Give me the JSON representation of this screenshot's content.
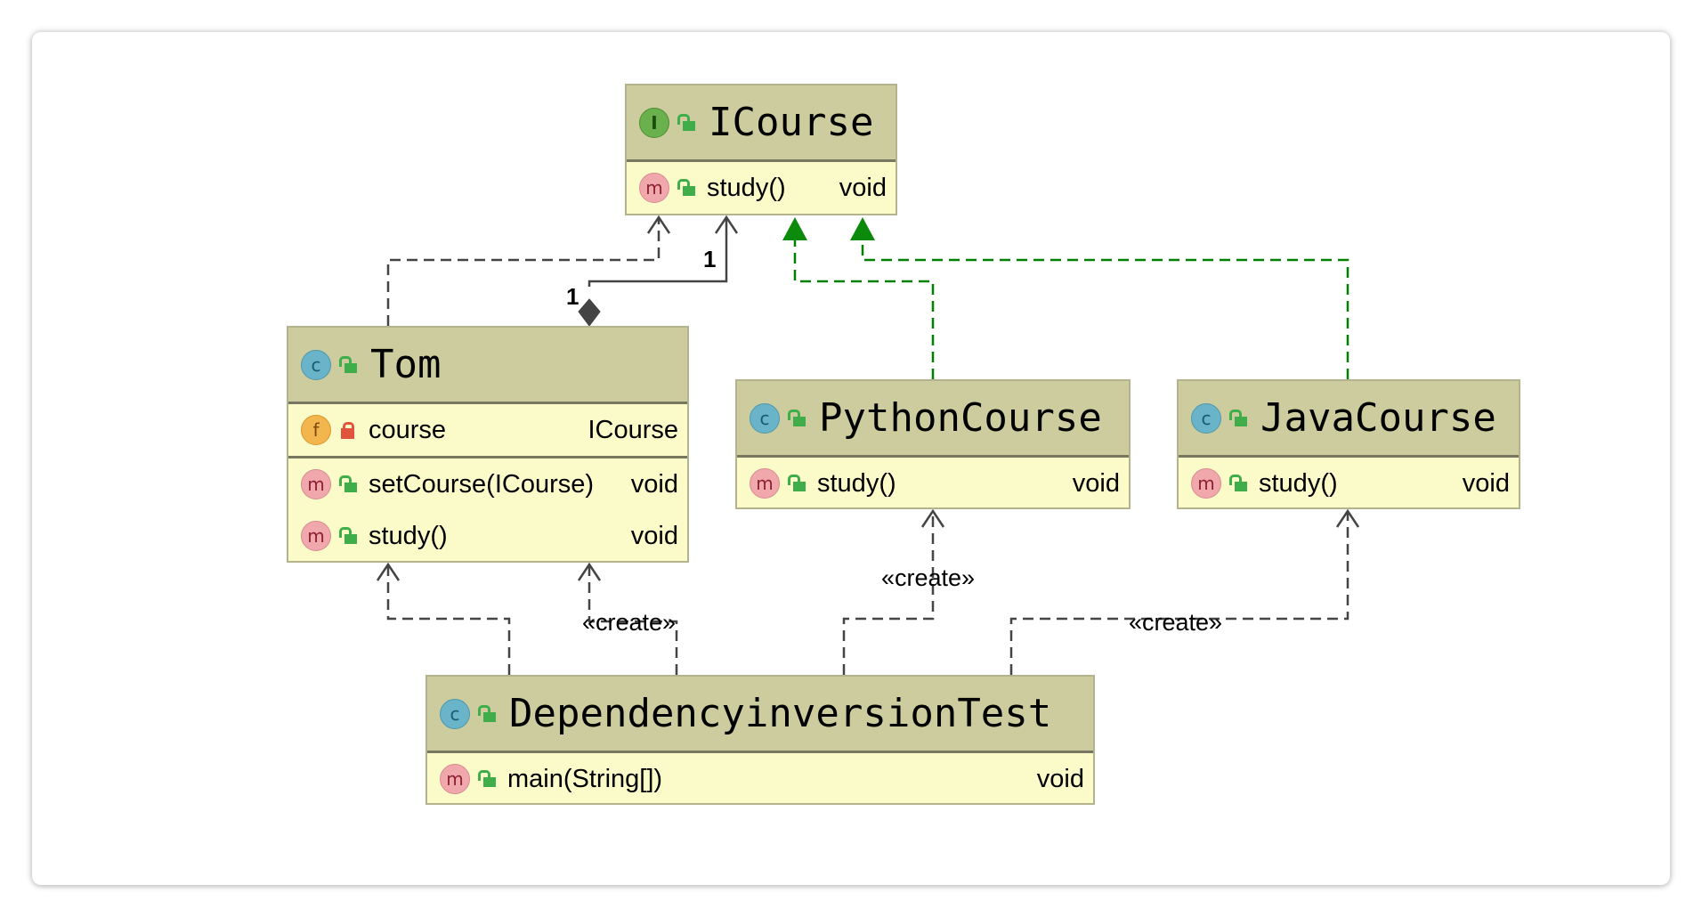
{
  "diagram": {
    "classes": {
      "icourse": {
        "kind": "I",
        "name": "ICourse",
        "methods": [
          {
            "kind": "m",
            "label": "study()",
            "type": "void"
          }
        ]
      },
      "tom": {
        "kind": "c",
        "name": "Tom",
        "fields": [
          {
            "kind": "f",
            "label": "course",
            "type": "ICourse"
          }
        ],
        "methods": [
          {
            "kind": "m",
            "label": "setCourse(ICourse)",
            "type": "void"
          },
          {
            "kind": "m",
            "label": "study()",
            "type": "void"
          }
        ]
      },
      "python": {
        "kind": "c",
        "name": "PythonCourse",
        "methods": [
          {
            "kind": "m",
            "label": "study()",
            "type": "void"
          }
        ]
      },
      "java": {
        "kind": "c",
        "name": "JavaCourse",
        "methods": [
          {
            "kind": "m",
            "label": "study()",
            "type": "void"
          }
        ]
      },
      "test": {
        "kind": "c",
        "name": "DependencyinversionTest",
        "methods": [
          {
            "kind": "m",
            "label": "main(String[])",
            "type": "void"
          }
        ]
      }
    },
    "labels": {
      "create_tom": "«create»",
      "create_python": "«create»",
      "create_java": "«create»",
      "mult_icourse": "1",
      "mult_tom": "1"
    },
    "colors": {
      "header": "#cccc9e",
      "body": "#fbfbc9",
      "implements_line": "#008000",
      "dependency_line": "#444444"
    }
  }
}
